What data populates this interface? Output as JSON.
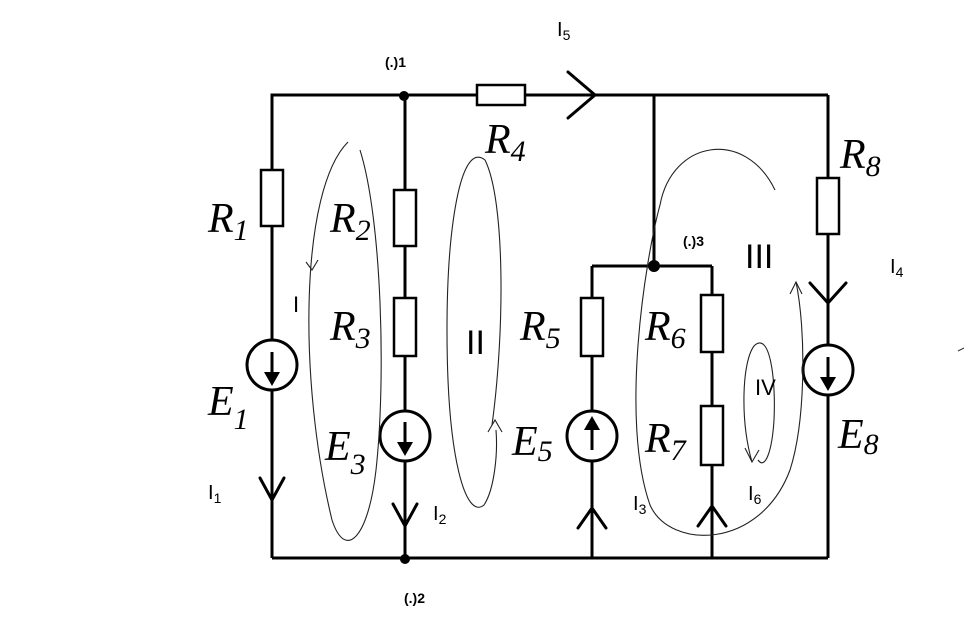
{
  "nodes": {
    "n1": "(.)1",
    "n2": "(.)2",
    "n3": "(.)3"
  },
  "resistors": {
    "r1": {
      "letter": "R",
      "sub": "1"
    },
    "r2": {
      "letter": "R",
      "sub": "2"
    },
    "r3": {
      "letter": "R",
      "sub": "3"
    },
    "r4": {
      "letter": "R",
      "sub": "4"
    },
    "r5": {
      "letter": "R",
      "sub": "5"
    },
    "r6": {
      "letter": "R",
      "sub": "6"
    },
    "r7": {
      "letter": "R",
      "sub": "7"
    },
    "r8": {
      "letter": "R",
      "sub": "8"
    }
  },
  "sources": {
    "e1": {
      "letter": "E",
      "sub": "1"
    },
    "e3": {
      "letter": "E",
      "sub": "3"
    },
    "e5": {
      "letter": "E",
      "sub": "5"
    },
    "e8": {
      "letter": "E",
      "sub": "8"
    }
  },
  "currents": {
    "i1": {
      "letter": "I",
      "sub": "1"
    },
    "i2": {
      "letter": "I",
      "sub": "2"
    },
    "i3": {
      "letter": "I",
      "sub": "3"
    },
    "i4": {
      "letter": "I",
      "sub": "4"
    },
    "i5": {
      "letter": "I",
      "sub": "5"
    },
    "i6": {
      "letter": "I",
      "sub": "6"
    }
  },
  "loops": {
    "l1": "I",
    "l2": "II",
    "l3": "III",
    "l4": "IV"
  }
}
